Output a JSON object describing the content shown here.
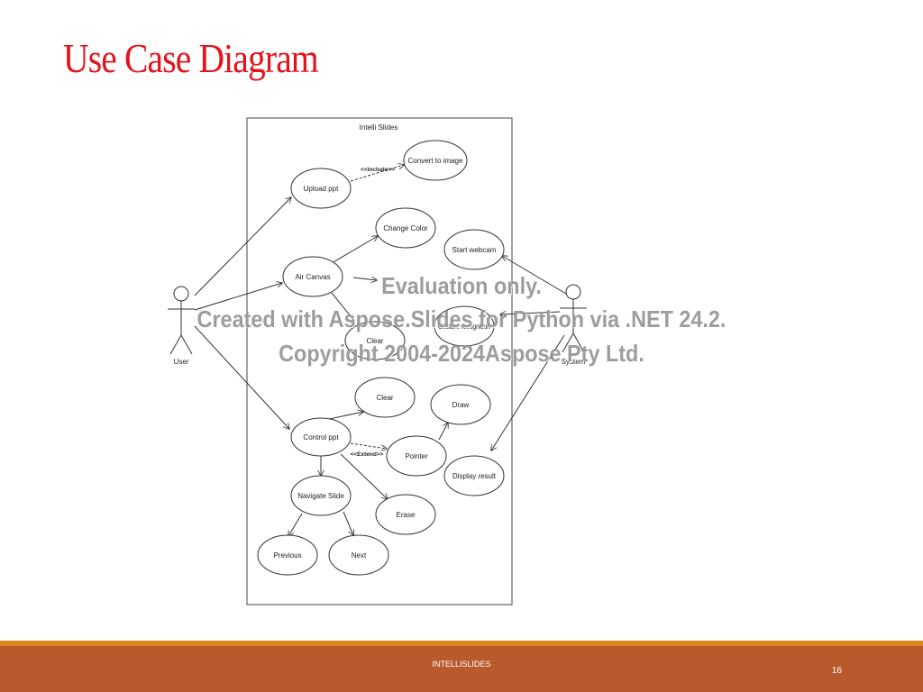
{
  "slide": {
    "title": "Use Case Diagram",
    "footer_text": "INTELLISLIDES",
    "page_number": "16"
  },
  "colors": {
    "title": "#e3141b",
    "footer_bar": "#b85a2b",
    "footer_accent": "#e0881f"
  },
  "diagram": {
    "system_name": "Intelli Slides",
    "actors": {
      "user": "User",
      "system": "System"
    },
    "use_cases": {
      "upload_ppt": "Upload ppt",
      "convert_to_image": "Convert to image",
      "change_color": "Change Color",
      "start_webcam": "Start webcam",
      "air_canvas": "Air Canvas",
      "gesture_recognition": "Gesture recognition",
      "clear_1": "Clear",
      "clear_2": "Clear",
      "draw": "Draw",
      "control_ppt": "Control ppt",
      "pointer": "Pointer",
      "display_result": "Display result",
      "navigate_slide": "Navigate Slide",
      "erase": "Erase",
      "previous": "Previous",
      "next": "Next"
    },
    "stereotypes": {
      "include": "<<include>>",
      "extend": "<<Extend>>"
    }
  },
  "watermark": {
    "line1": "Evaluation only.",
    "line2": "Created with Aspose.Slides for Python via .NET 24.2.",
    "line3": "Copyright 2004-2024Aspose Pty Ltd."
  }
}
